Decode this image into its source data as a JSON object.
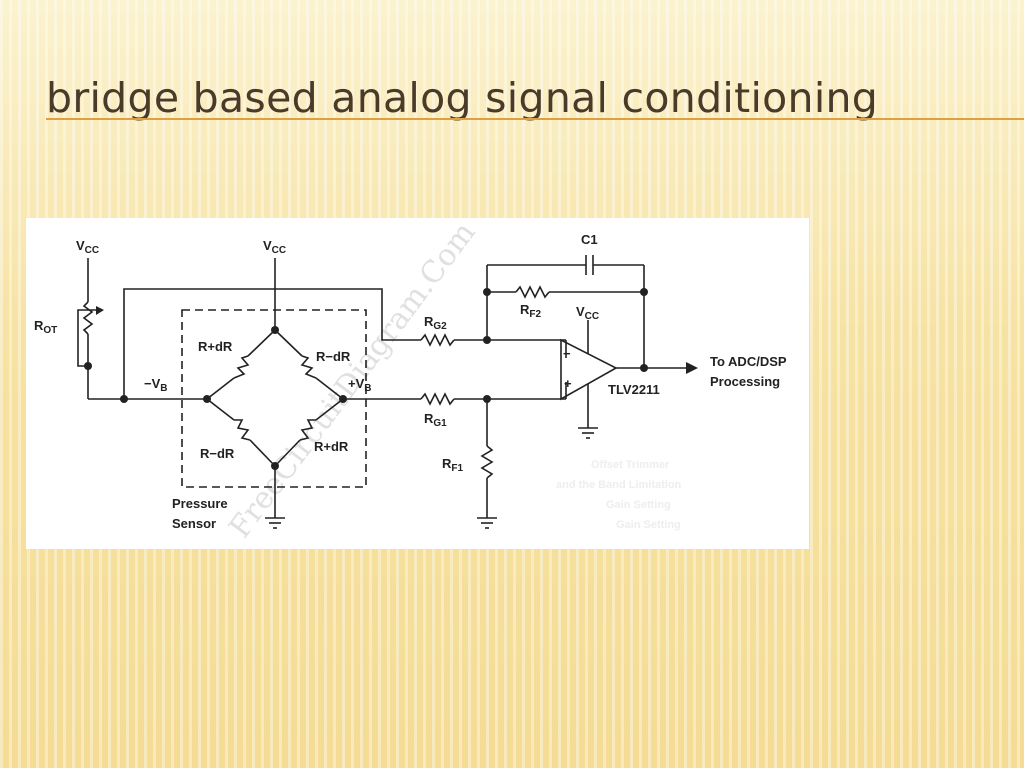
{
  "slide": {
    "title": "bridge based analog signal conditioning"
  },
  "circuit": {
    "labels": {
      "vcc_left": "V",
      "vcc_left_sub": "CC",
      "vcc_top": "V",
      "vcc_top_sub": "CC",
      "vcc_opamp": "V",
      "vcc_opamp_sub": "CC",
      "rot": "R",
      "rot_sub": "OT",
      "neg_vb": "−V",
      "neg_vb_sub": "B",
      "pos_vb": "+V",
      "pos_vb_sub": "B",
      "r_top_left": "R+dR",
      "r_top_right": "R−dR",
      "r_bot_left": "R−dR",
      "r_bot_right": "R+dR",
      "rg2": "R",
      "rg2_sub": "G2",
      "rg1": "R",
      "rg1_sub": "G1",
      "rf2": "R",
      "rf2_sub": "F2",
      "rf1": "R",
      "rf1_sub": "F1",
      "c1": "C1",
      "opamp": "TLV2211",
      "minus": "−",
      "plus": "+",
      "output_line1": "To ADC/DSP",
      "output_line2": "Processing",
      "sensor_line1": "Pressure",
      "sensor_line2": "Sensor"
    },
    "watermark": "FreeCircuitDiagram.Com",
    "faint_table": [
      "Offset Trimmer",
      "and the Band Limitation",
      "Gain Setting",
      "Gain Setting"
    ]
  }
}
